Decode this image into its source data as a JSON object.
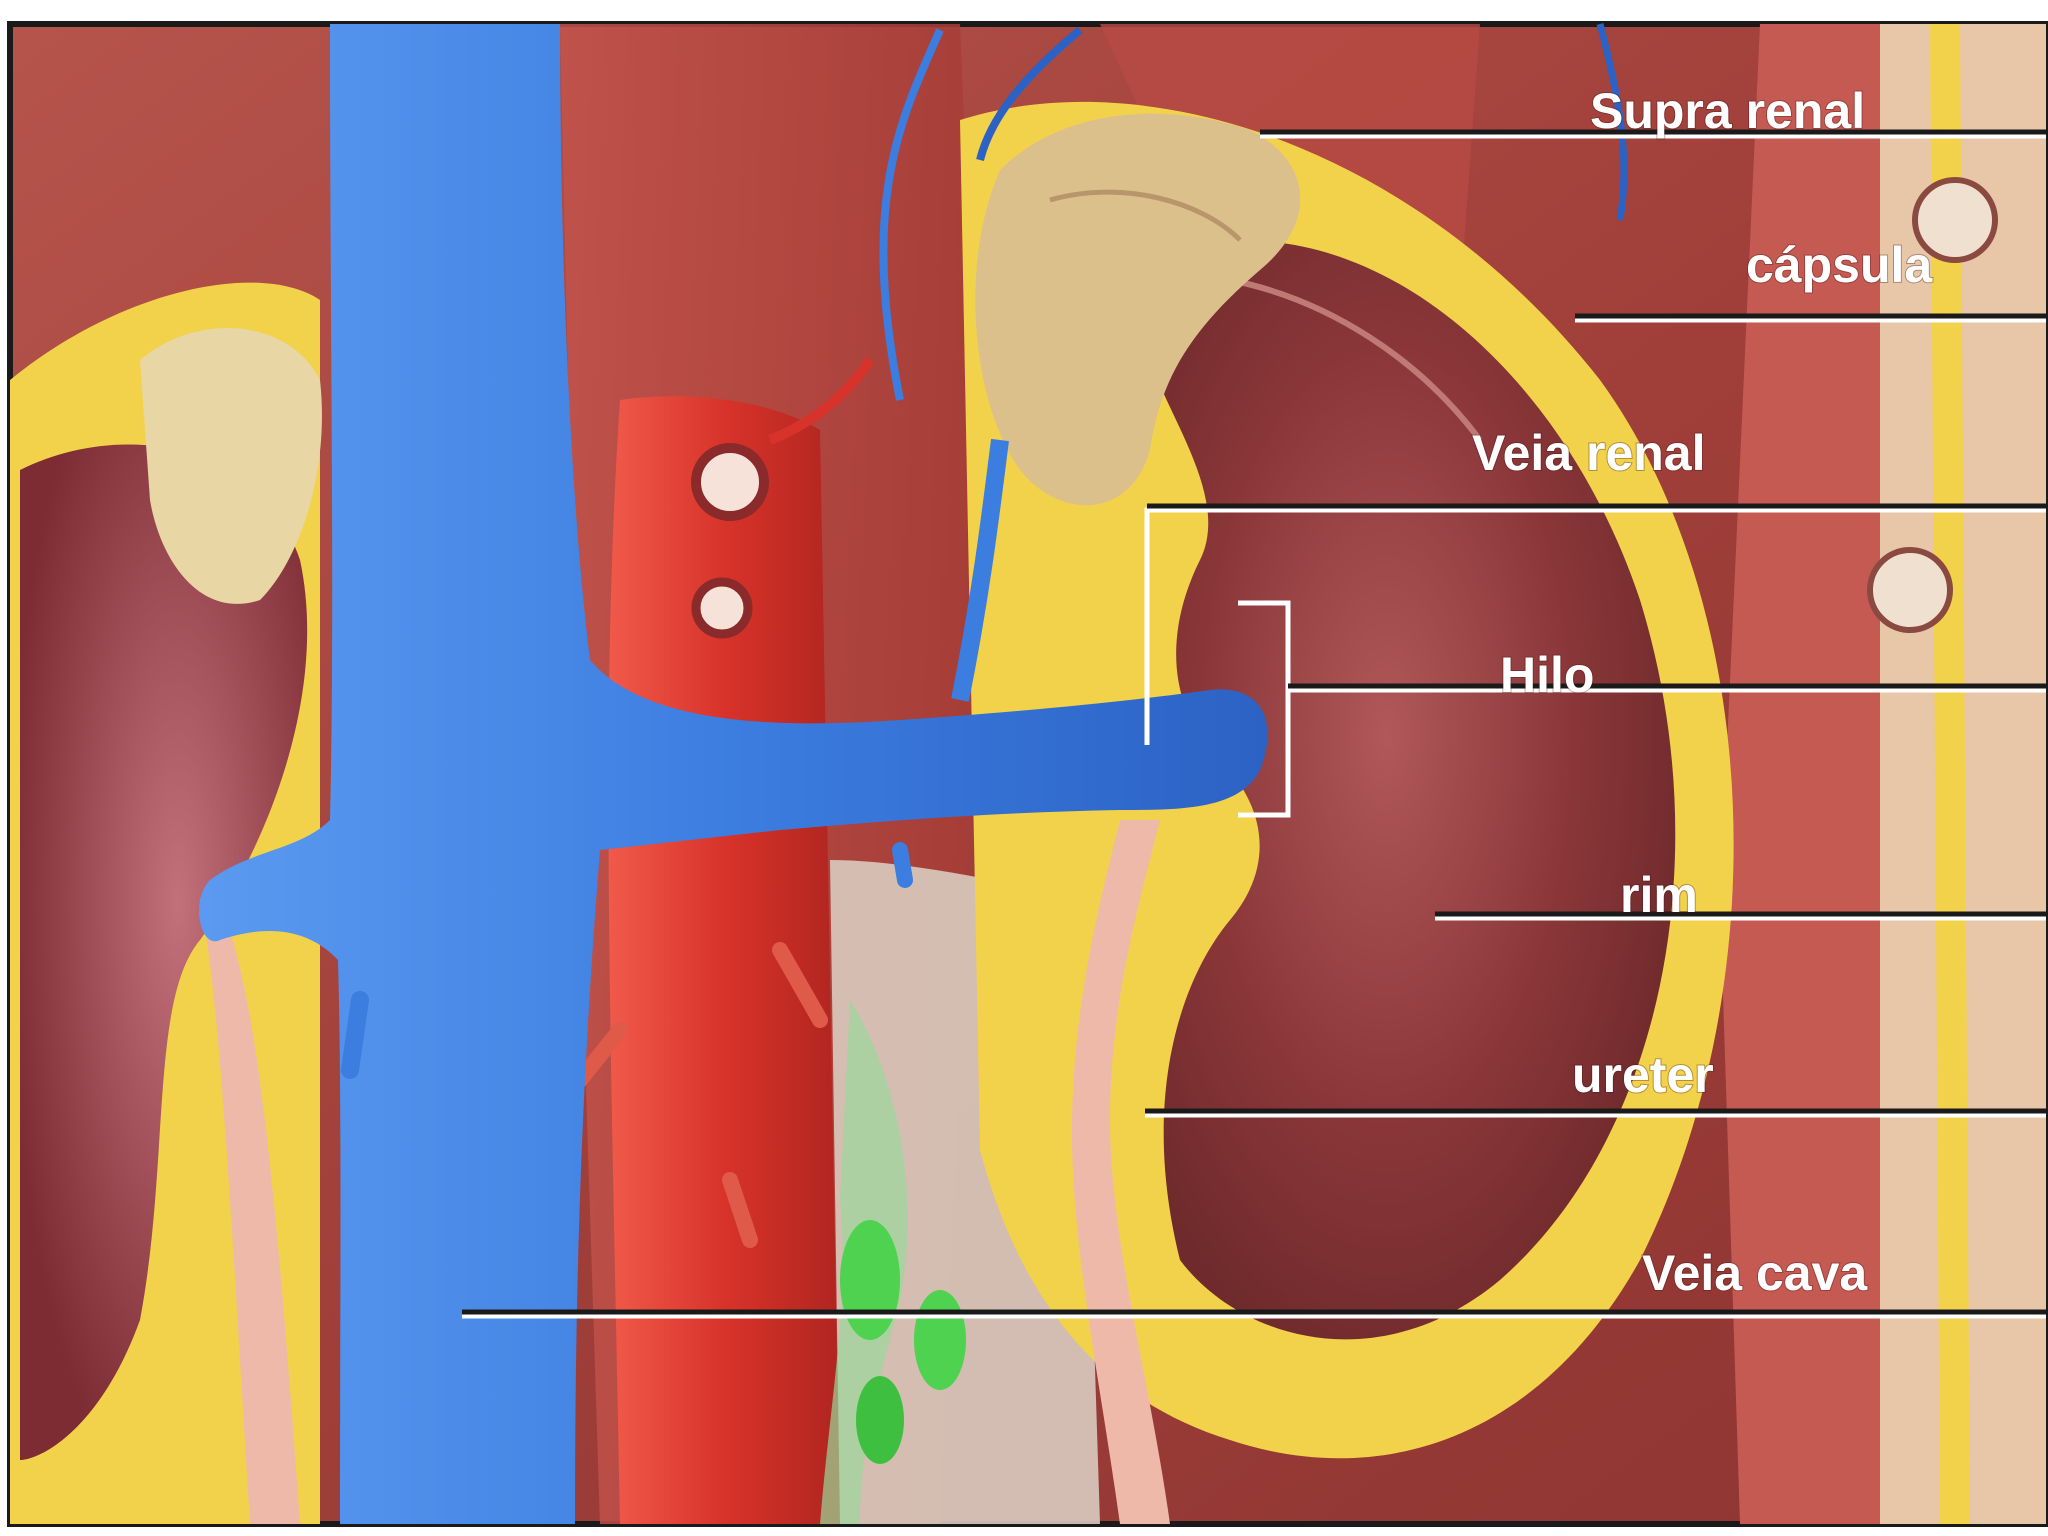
{
  "labels": {
    "supra_renal": "Supra renal",
    "capsula": "cápsula",
    "veia_renal": "Veia renal",
    "hilo": "Hilo",
    "rim": "rim",
    "ureter": "ureter",
    "veia_cava": "Veia cava"
  },
  "colors": {
    "frame": "#1a1a1a",
    "background_tissue": "#a8453f",
    "vena_cava": "#3f7fe0",
    "aorta": "#d8332a",
    "kidney": "#8e3a3c",
    "adrenal": "#d8b88a",
    "fat": "#f2d24a",
    "ureter": "#efb9aa",
    "lymph_nodes": "#4fd24f",
    "leader_lines": "#ffffff"
  }
}
